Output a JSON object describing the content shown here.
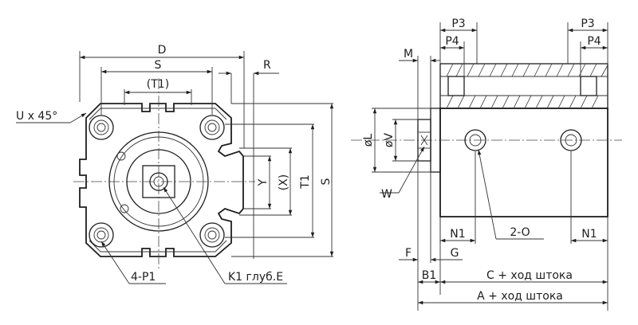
{
  "labels": {
    "D": "D",
    "S_top": "S",
    "R": "R",
    "T1_paren": "(T1)",
    "U45": "U x 45°",
    "Y": "Y",
    "X_paren": "(X)",
    "T1": "T1",
    "S_right": "S",
    "P1": "4-P1",
    "K1": "K1 глуб.E",
    "P3_left": "P3",
    "P4_left": "P4",
    "P3_right": "P3",
    "P4_right": "P4",
    "M": "M",
    "L": "øL",
    "V": "øV",
    "W": "W",
    "N1_left": "N1",
    "O": "2-O",
    "N1_right": "N1",
    "F": "F",
    "G": "G",
    "B1": "B1",
    "C": "C + ход штока",
    "A": "A + ход штока"
  }
}
